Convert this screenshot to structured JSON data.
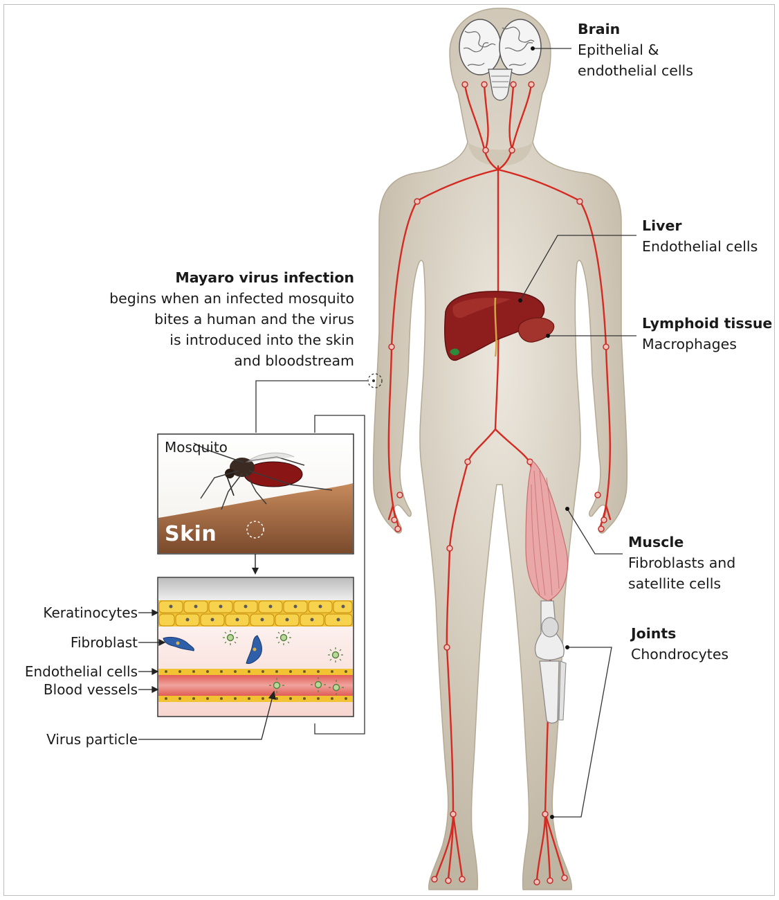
{
  "labels": {
    "brain": {
      "title": "Brain",
      "desc": [
        "Epithelial &",
        "endothelial cells"
      ]
    },
    "liver": {
      "title": "Liver",
      "desc": [
        "Endothelial cells"
      ]
    },
    "lymphoid": {
      "title": "Lymphoid tissue",
      "desc": [
        "Macrophages"
      ]
    },
    "muscle": {
      "title": "Muscle",
      "desc": [
        "Fibroblasts and",
        "satellite cells"
      ]
    },
    "joints": {
      "title": "Joints",
      "desc": [
        "Chondrocytes"
      ]
    },
    "infection": {
      "title": "Mayaro virus infection",
      "desc": [
        "begins when an infected mosquito",
        "bites a human and the virus",
        "is introduced into the skin",
        "and bloodstream"
      ]
    }
  },
  "inset": {
    "mosquito": "Mosquito",
    "skin": "Skin"
  },
  "layers": {
    "keratinocytes": "Keratinocytes",
    "fibroblast": "Fibroblast",
    "endothelial": "Endothelial cells",
    "blood_vessels": "Blood vessels",
    "virus_particle": "Virus particle"
  },
  "colors": {
    "body": "#c9bfae",
    "vessel": "#d42a22",
    "liver": "#8e1e1e",
    "muscle": "#e9a3a3",
    "epidermis": "#f1c232",
    "blood": "#e8736c",
    "fibroblast": "#2f5fa8",
    "virus": "#4f7f3a"
  }
}
